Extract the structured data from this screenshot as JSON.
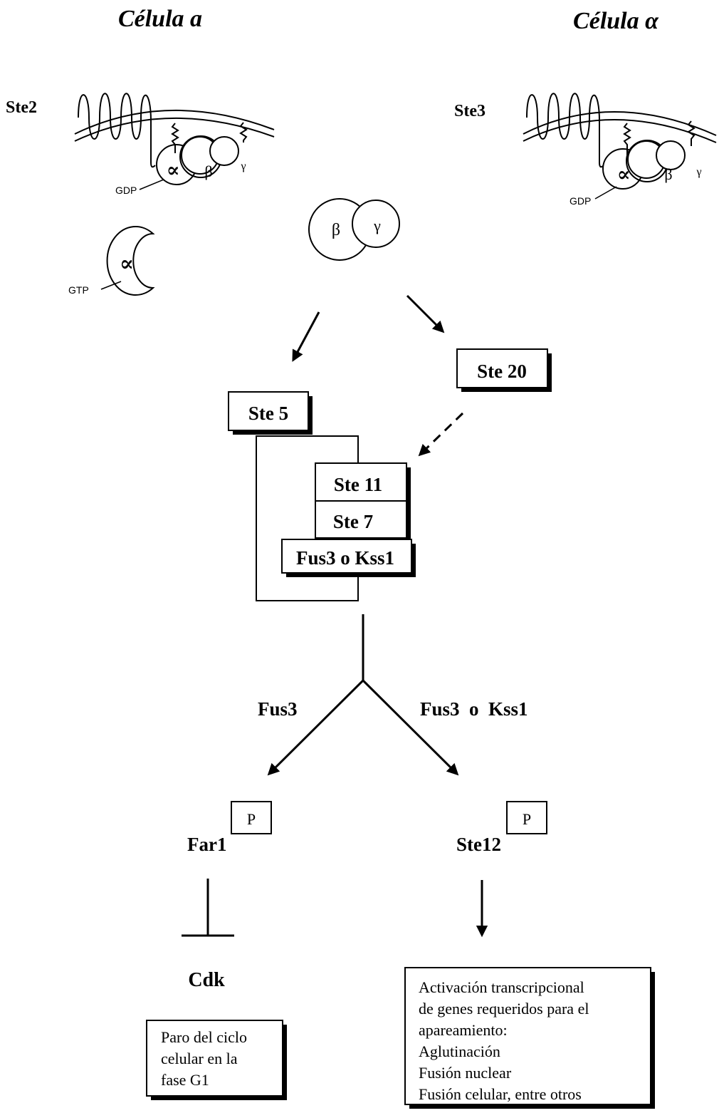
{
  "headers": {
    "cell_a": "Célula a",
    "cell_alpha": "Célula α"
  },
  "receptors": {
    "left": "Ste2",
    "right": "Ste3"
  },
  "gprotein": {
    "alpha": "∝",
    "beta": "β",
    "gamma": "γ",
    "gdp": "GDP",
    "gtp": "GTP"
  },
  "boxes": {
    "ste20": "Ste 20",
    "ste5": "Ste 5",
    "ste11": "Ste 11",
    "ste7": "Ste 7",
    "fus3_kss1": "Fus3 o Kss1"
  },
  "branches": {
    "left": "Fus3",
    "right": "Fus3  o  Kss1"
  },
  "targets": {
    "far1": "Far1",
    "ste12": "Ste12",
    "phospho": "P",
    "cdk": "Cdk"
  },
  "outcomes": {
    "left": [
      "Paro del ciclo",
      "celular en la",
      "fase G1"
    ],
    "right": [
      "Activación transcripcional",
      "de genes requeridos para el",
      "apareamiento:",
      "Aglutinación",
      "Fusión nuclear",
      "Fusión celular, entre otros"
    ]
  }
}
